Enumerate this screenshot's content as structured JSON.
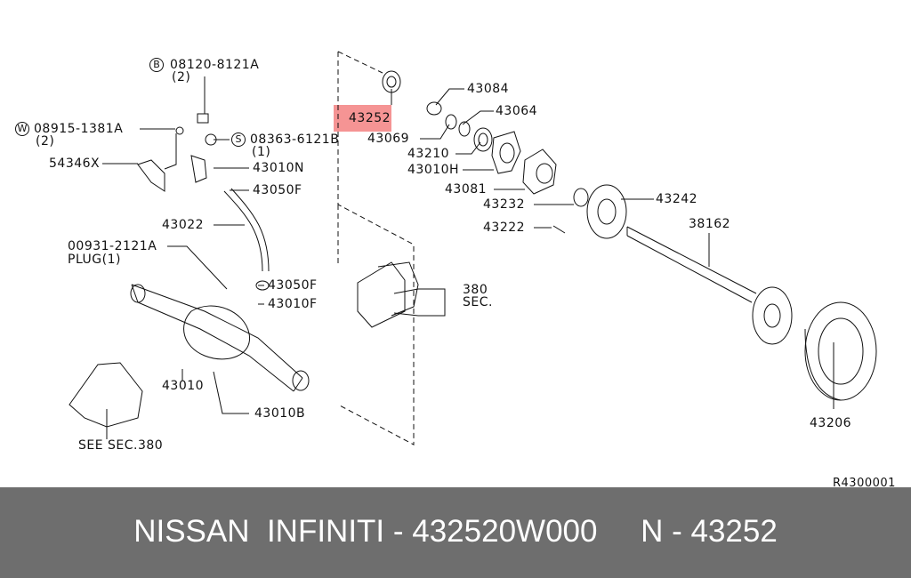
{
  "highlight_color": "#f05a5a",
  "callouts": {
    "bolt_b": {
      "symbol": "B",
      "part": "08120-8121A",
      "qty": "(2)"
    },
    "washer_w": {
      "symbol": "W",
      "part": "08915-1381A",
      "qty": "(2)"
    },
    "bracket": "54346X",
    "screw_s": {
      "symbol": "S",
      "part": "08363-6121B",
      "qty": "(1)"
    },
    "p43010N": "43010N",
    "p43050F_top": "43050F",
    "p43022": "43022",
    "plug": {
      "part": "00931-2121A",
      "desc": "PLUG(1)"
    },
    "p43050F": "43050F",
    "p43010F": "43010F",
    "sec380": {
      "num": "380",
      "sec": "SEC."
    },
    "p43010": "43010",
    "p43010B": "43010B",
    "see_sec": "SEE SEC.380",
    "p43252": "43252",
    "p43084": "43084",
    "p43064": "43064",
    "p43069": "43069",
    "p43210": "43210",
    "p43010H": "43010H",
    "p43081": "43081",
    "p43232": "43232",
    "p43242": "43242",
    "p43222": "43222",
    "p38162": "38162",
    "p43206": "43206",
    "diagram_id": "R4300001"
  },
  "footer": {
    "text": "NISSAN  INFINITI - 432520W000     N - 43252"
  }
}
